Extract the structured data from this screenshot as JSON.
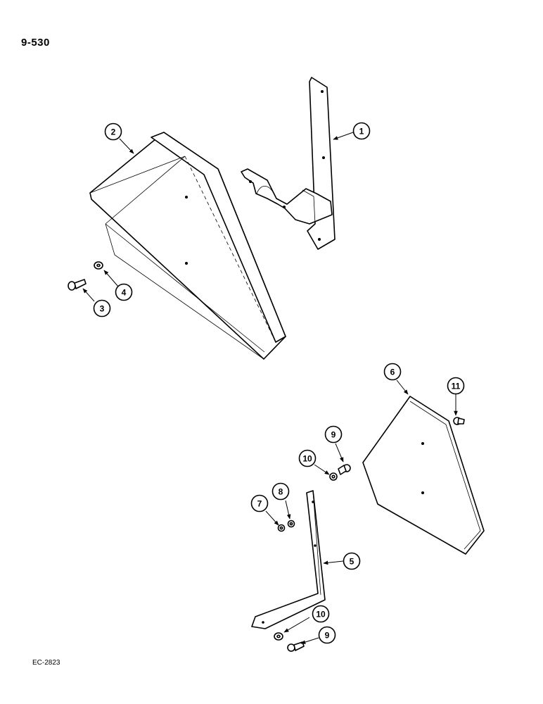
{
  "page": {
    "number": "9-530",
    "drawing_code": "EC-2823"
  },
  "callouts": [
    {
      "id": "c1",
      "label": "1"
    },
    {
      "id": "c2",
      "label": "2"
    },
    {
      "id": "c3",
      "label": "3"
    },
    {
      "id": "c4",
      "label": "4"
    },
    {
      "id": "c5",
      "label": "5"
    },
    {
      "id": "c6",
      "label": "6"
    },
    {
      "id": "c7",
      "label": "7"
    },
    {
      "id": "c8",
      "label": "8"
    },
    {
      "id": "c9a",
      "label": "9"
    },
    {
      "id": "c9b",
      "label": "9"
    },
    {
      "id": "c10a",
      "label": "10"
    },
    {
      "id": "c10b",
      "label": "10"
    },
    {
      "id": "c11",
      "label": "11"
    }
  ],
  "parts": [
    {
      "label": "1",
      "icon": "mounting-bracket-icon"
    },
    {
      "label": "2",
      "icon": "tapered-shield-icon"
    },
    {
      "label": "3",
      "icon": "screw-icon"
    },
    {
      "label": "4",
      "icon": "washer-icon"
    },
    {
      "label": "5",
      "icon": "support-strap-icon"
    },
    {
      "label": "6",
      "icon": "flat-panel-icon"
    },
    {
      "label": "7",
      "icon": "washer-icon"
    },
    {
      "label": "8",
      "icon": "washer-icon"
    },
    {
      "label": "9",
      "icon": "bolt-icon"
    },
    {
      "label": "10",
      "icon": "washer-icon"
    },
    {
      "label": "11",
      "icon": "bolt-icon"
    }
  ]
}
